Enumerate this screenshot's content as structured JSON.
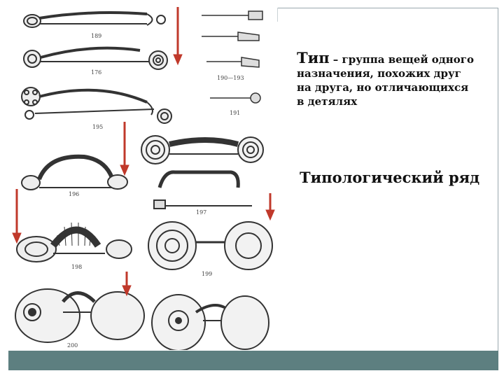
{
  "definition": {
    "term": "Тип",
    "dash_text": " – группа вещей одного",
    "line2": "назначения, похожих друг",
    "line3": "на друга, но отличающихся",
    "line4": "в детялях"
  },
  "series_title": "Типологический ряд",
  "figure_numbers": [
    "189",
    "176",
    "190—193",
    "191",
    "195",
    "196",
    "197",
    "198",
    "199",
    "200"
  ],
  "colors": {
    "arrow": "#c0392b",
    "bottom_bar": "#5d7f80",
    "frame": "#9aa8ad",
    "ink": "#333333"
  }
}
